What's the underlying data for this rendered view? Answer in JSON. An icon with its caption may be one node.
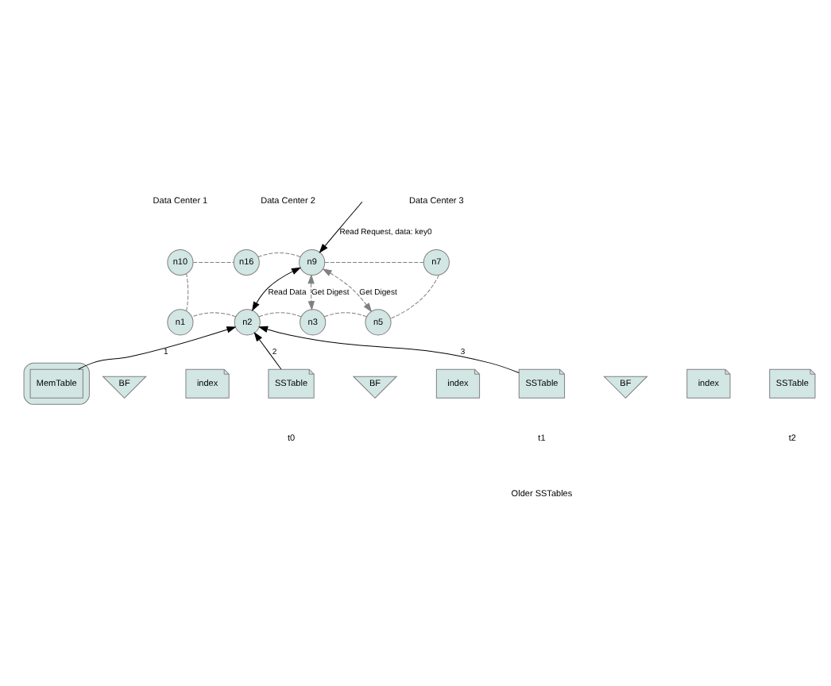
{
  "diagram": {
    "nodes": [
      {
        "text": [
          "n9"
        ]
      },
      {
        "text": [
          "n16"
        ]
      },
      {
        "text": [
          "n10"
        ]
      },
      {
        "text": [
          "n7"
        ]
      },
      {
        "text": [
          "n1"
        ]
      },
      {
        "text": [
          "n2"
        ]
      },
      {
        "text": [
          "n3"
        ]
      },
      {
        "text": [
          "n5"
        ]
      },
      {
        "text": [],
        "shape": "cloud"
      },
      {
        "text": [
          "MemTable"
        ],
        "in": 8
      },
      {
        "text": [
          "BF"
        ]
      },
      {
        "text": [
          "index"
        ]
      },
      {
        "text": [
          "SSTable"
        ]
      },
      {
        "text": [
          "BF"
        ]
      },
      {
        "text": [
          "index"
        ]
      },
      {
        "text": [
          "SSTable"
        ]
      },
      {
        "text": [
          "BF"
        ]
      },
      {
        "text": [
          "index"
        ]
      },
      {
        "text": [
          "SSTable"
        ]
      }
    ],
    "edges": [
      {
        "from": null,
        "to": 0,
        "arrow": "to",
        "label": "Read Request, data: key0",
        "color": "#000000"
      },
      {
        "from": 0,
        "to": 5,
        "arrow": "both",
        "label": "Read Data",
        "color": "#000000"
      },
      {
        "from": 0,
        "to": 6,
        "arrow": "both",
        "label": "Get Digest",
        "style": "dashed"
      },
      {
        "from": 0,
        "to": 7,
        "arrow": "both",
        "label": "Get Digest",
        "style": "dashed"
      },
      {
        "from": 9,
        "to": 5,
        "arrow": "to",
        "label": "1",
        "color": "#000000"
      },
      {
        "from": 12,
        "to": 5,
        "arrow": "to",
        "label": "2",
        "color": "#000000"
      },
      {
        "from": 15,
        "to": 5,
        "arrow": "to",
        "label": "3",
        "color": "#000000"
      },
      {
        "from": 0,
        "to": 3,
        "arrow": "none",
        "style": "dashed"
      },
      {
        "from": 3,
        "to": 7,
        "arrow": "none",
        "style": "dashed"
      },
      {
        "from": 7,
        "to": 6,
        "arrow": "none",
        "style": "dashed"
      },
      {
        "from": 6,
        "to": 5,
        "arrow": "none",
        "style": "dashed"
      },
      {
        "from": 5,
        "to": 4,
        "arrow": "none",
        "style": "dashed"
      },
      {
        "from": 4,
        "to": 2,
        "arrow": "none",
        "style": "dashed"
      },
      {
        "from": 2,
        "to": 1,
        "arrow": "none",
        "style": "dashed"
      },
      {
        "from": 1,
        "to": 0,
        "arrow": "none",
        "style": "dashed"
      }
    ],
    "labels": [
      "Data Center 1",
      "Data Center 2",
      "Data Center 3",
      "t0",
      "t1",
      "t2",
      "Older SSTables"
    ]
  }
}
